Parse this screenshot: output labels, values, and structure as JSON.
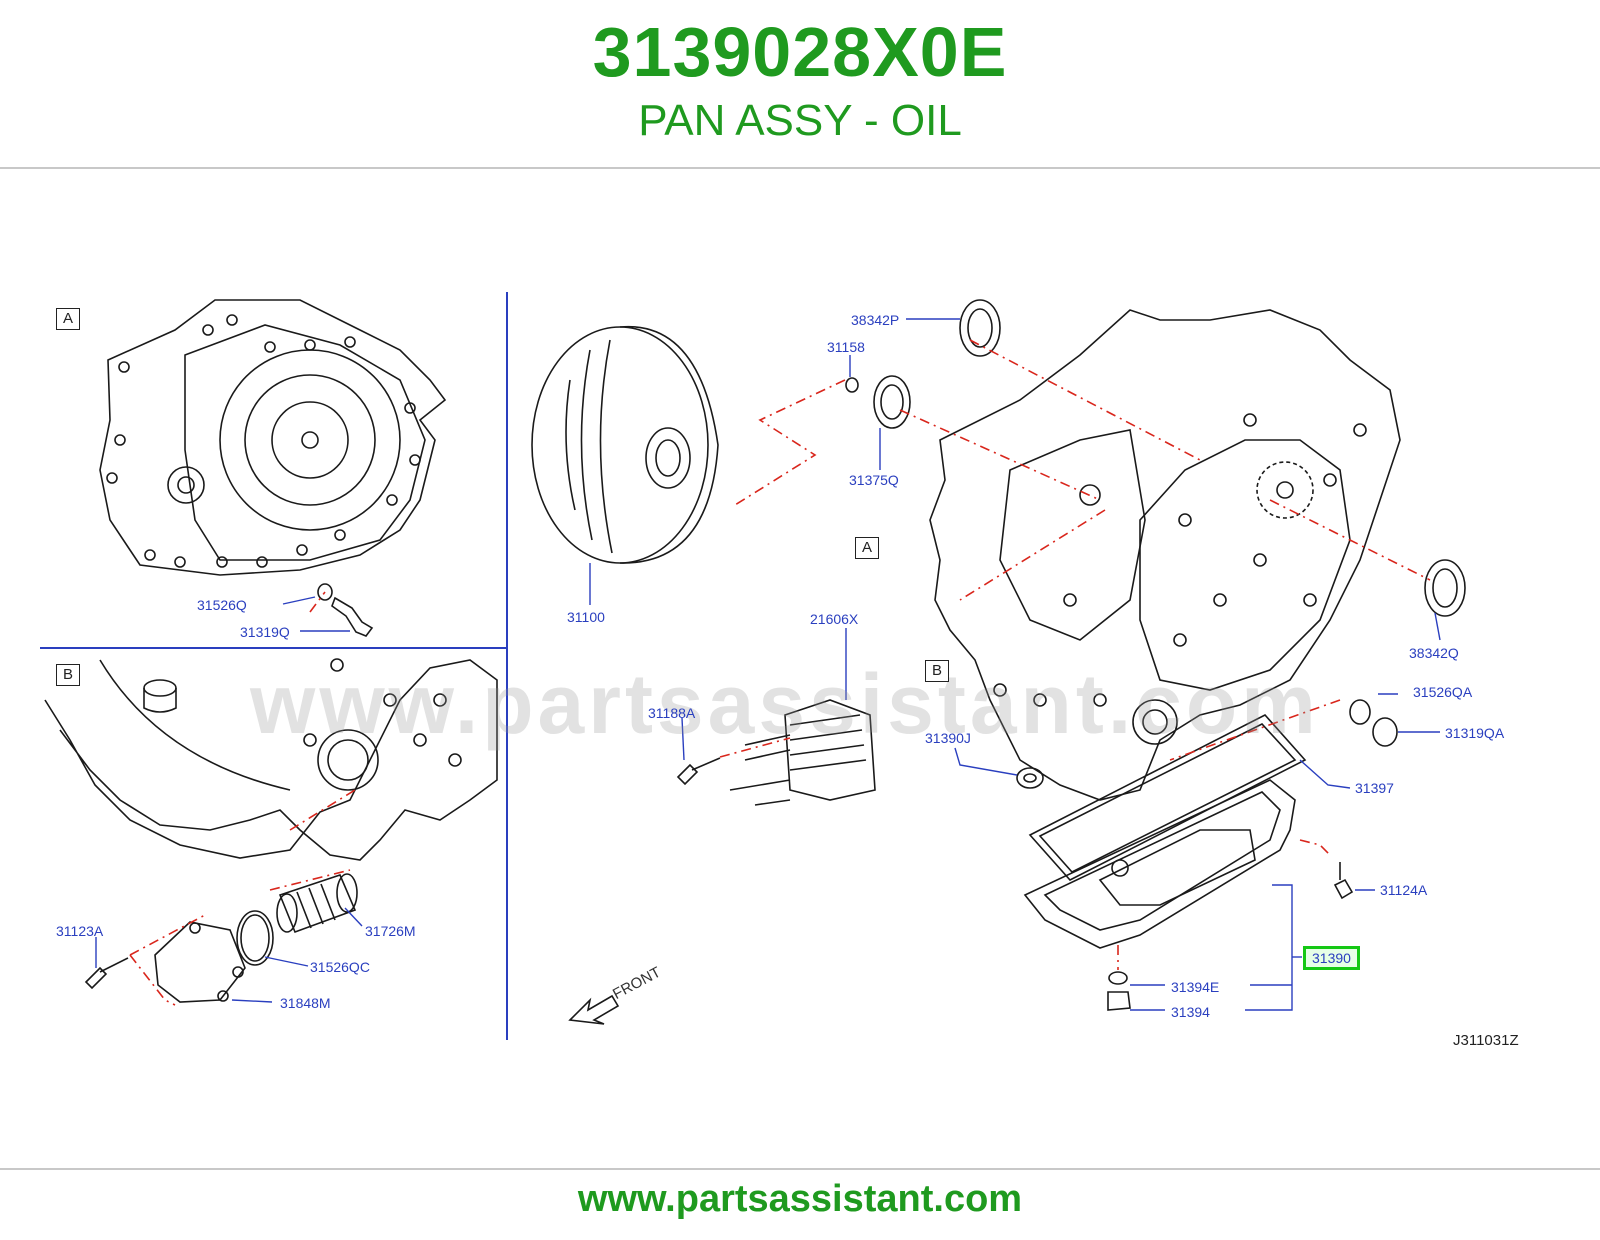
{
  "header": {
    "part_number": "3139028X0E",
    "description": "PAN ASSY - OIL"
  },
  "footer": {
    "url": "www.partsassistant.com"
  },
  "watermark": "www.partsassistant.com",
  "diagram_code": "J311031Z",
  "front_label": "FRONT",
  "view_tags": {
    "a": "A",
    "b": "B"
  },
  "highlight_color": "#14c814",
  "brand_color": "#1f9a1f",
  "label_color": "#2a3fbf",
  "callouts": {
    "p31526Q": "31526Q",
    "p31319Q": "31319Q",
    "p31123A": "31123A",
    "p31726M": "31726M",
    "p31526QC": "31526QC",
    "p31848M": "31848M",
    "p38342P": "38342P",
    "p31158": "31158",
    "p31375Q": "31375Q",
    "p31100": "31100",
    "p21606X": "21606X",
    "p31188A": "31188A",
    "p38342Q": "38342Q",
    "p31526QA": "31526QA",
    "p31319QA": "31319QA",
    "p31390J": "31390J",
    "p31397": "31397",
    "p31124A": "31124A",
    "p31390": "31390",
    "p31394E": "31394E",
    "p31394": "31394"
  }
}
